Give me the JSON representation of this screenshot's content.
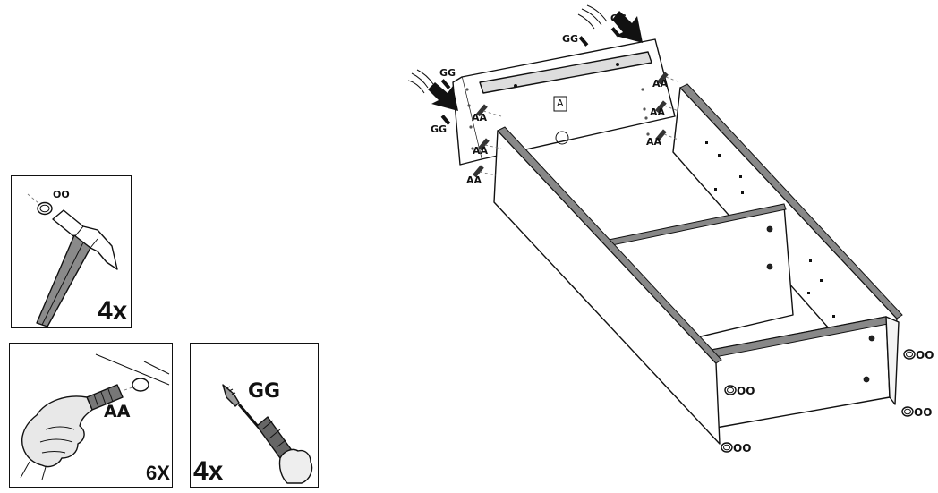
{
  "panels": {
    "hammer": {
      "part_label": "OO",
      "count": "4x"
    },
    "dowel": {
      "part_label": "AA",
      "count": "6X"
    },
    "screw": {
      "part_label": "GG",
      "count": "4x"
    }
  },
  "assembly": {
    "part_a_label": "A",
    "labels": {
      "gg_top_right": "GG",
      "gg_top_left": "GG",
      "gg_left_upper": "GG",
      "gg_left_lower": "GG",
      "aa_left_1": "AA",
      "aa_left_2": "AA",
      "aa_left_3": "AA",
      "aa_right_1": "AA",
      "aa_right_2": "AA",
      "aa_right_3": "AA",
      "oo_front_left": "OO",
      "oo_front_bottom": "OO",
      "oo_back_upper": "OO",
      "oo_back_lower": "OO"
    }
  },
  "icons": [
    "hammer-icon",
    "dowel-icon",
    "screwdriver-icon",
    "hand-icon",
    "push-arrow-icon",
    "glide-cap-icon"
  ]
}
